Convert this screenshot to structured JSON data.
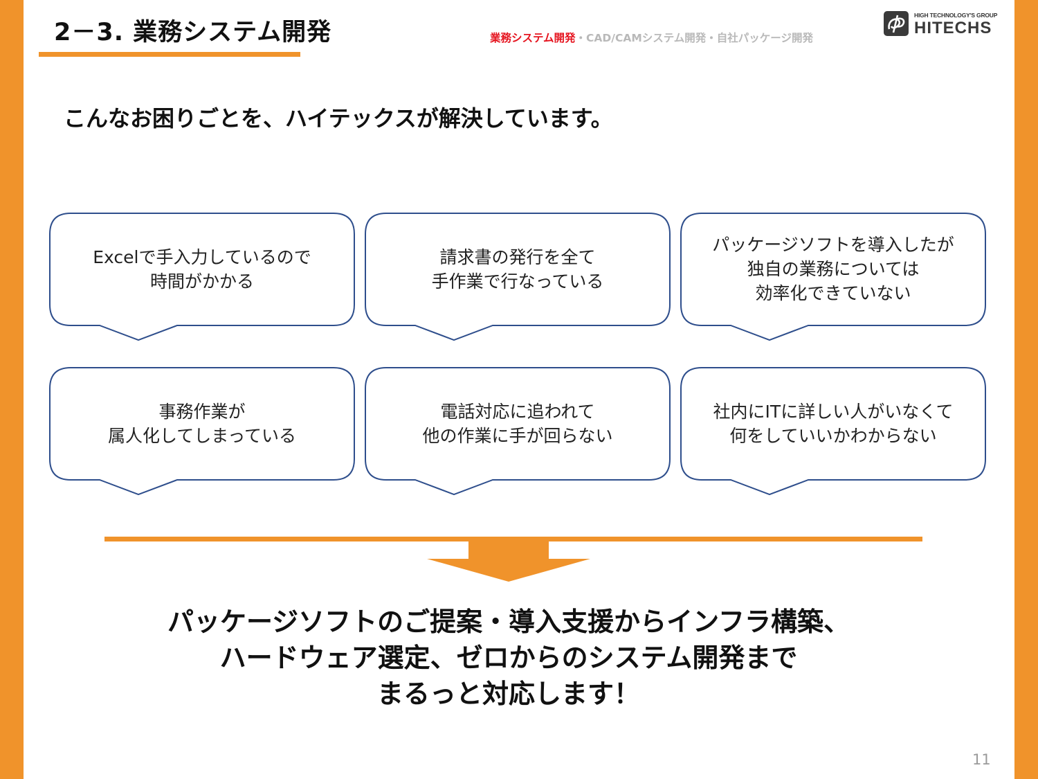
{
  "header": {
    "title": "2－3. 業務システム開発",
    "breadcrumb_active": "業務システム開発",
    "breadcrumb_rest": "・CAD/CAMシステム開発・自社パッケージ開発"
  },
  "logo": {
    "group_text": "HIGH TECHNOLOGY'S GROUP",
    "name": "HITECHS"
  },
  "lead_text": "こんなお困りごとを、ハイテックスが解決しています。",
  "problems": [
    {
      "text": "Excelで手入力しているので\n時間がかかる"
    },
    {
      "text": "請求書の発行を全て\n手作業で行なっている"
    },
    {
      "text": "パッケージソフトを導入したが\n独自の業務については\n効率化できていない"
    },
    {
      "text": "事務作業が\n属人化してしまっている"
    },
    {
      "text": "電話対応に追われて\n他の作業に手が回らない"
    },
    {
      "text": "社内にITに詳しい人がいなくて\n何をしていいかわからない"
    }
  ],
  "conclusion": "パッケージソフトのご提案・導入支援からインフラ構築、\nハードウェア選定、ゼロからのシステム開発まで\nまるっと対応します！",
  "page_number": "11",
  "colors": {
    "accent": "#F0932B",
    "breadcrumb_active": "#E5141F",
    "bubble_border": "#2E4E8C"
  }
}
